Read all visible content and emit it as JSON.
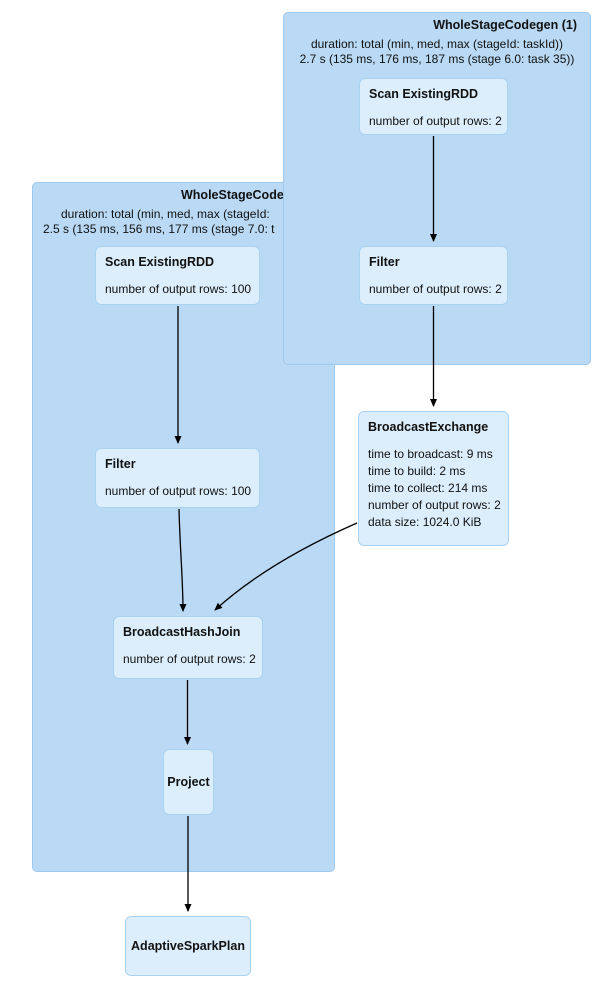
{
  "diagram": {
    "clusters": [
      {
        "title": "WholeStageCodegen (1)",
        "duration_line1": "duration: total (min, med, max (stageId: taskId))",
        "duration_line2": "2.7 s (135 ms, 176 ms, 187 ms (stage 6.0: task 35))"
      },
      {
        "title": "WholeStageCodegen",
        "duration_line1": "duration: total (min, med, max (stageId:",
        "duration_line2": "2.5 s (135 ms, 156 ms, 177 ms (stage 7.0: t"
      }
    ],
    "nodes": {
      "scan_right": {
        "title": "Scan ExistingRDD",
        "metrics": [
          "number of output rows: 2"
        ]
      },
      "filter_right": {
        "title": "Filter",
        "metrics": [
          "number of output rows: 2"
        ]
      },
      "broadcast_exchange": {
        "title": "BroadcastExchange",
        "metrics": [
          "time to broadcast: 9 ms",
          "time to build: 2 ms",
          "time to collect: 214 ms",
          "number of output rows: 2",
          "data size: 1024.0 KiB"
        ]
      },
      "scan_left": {
        "title": "Scan ExistingRDD",
        "metrics": [
          "number of output rows: 100"
        ]
      },
      "filter_left": {
        "title": "Filter",
        "metrics": [
          "number of output rows: 100"
        ]
      },
      "broadcast_hash_join": {
        "title": "BroadcastHashJoin",
        "metrics": [
          "number of output rows: 2"
        ]
      },
      "project": {
        "title": "Project"
      },
      "adaptive_spark_plan": {
        "title": "AdaptiveSparkPlan"
      }
    },
    "colors": {
      "cluster_bg": "#b9d9f4",
      "cluster_border": "#9ec9ec",
      "node_bg": "#dcedfb",
      "node_border": "#a9d2f1",
      "arrow": "#000000",
      "text": "#111111"
    }
  }
}
